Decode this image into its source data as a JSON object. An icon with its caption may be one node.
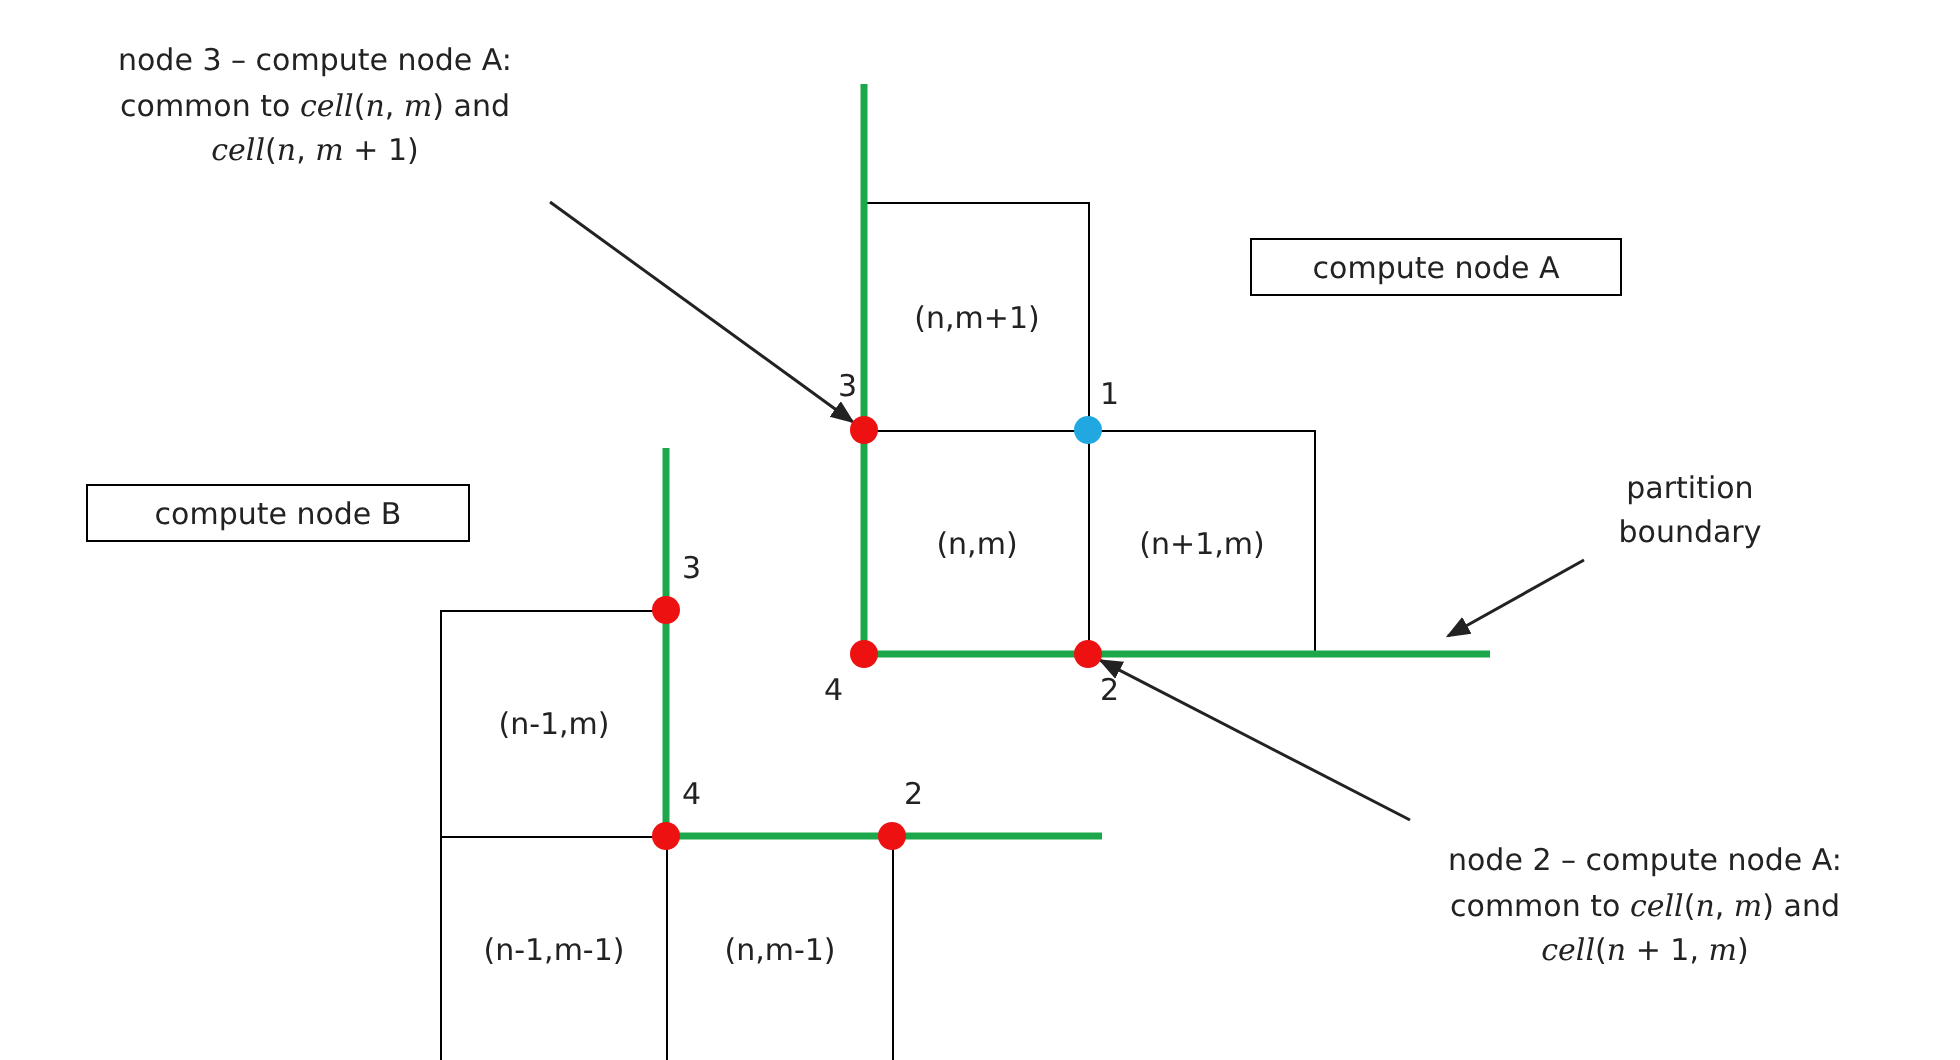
{
  "diagram": {
    "nodes": [
      {
        "text": [
          "node 3 – compute node A: common to *cell*(*n*, *m*) and *cell*(*n*, *m* + 1)"
        ]
      },
      {
        "text": [
          "compute node A"
        ]
      },
      {
        "text": [
          "compute node B"
        ]
      },
      {
        "text": [
          "partition boundary"
        ]
      },
      {
        "text": [
          "node 2 – compute node A: common to *cell*(*n*, *m*) and *cell*(*n* + 1, *m*)"
        ]
      },
      {
        "text": [
          "(n,m+1)"
        ]
      },
      {
        "text": [
          "(n,m)"
        ]
      },
      {
        "text": [
          "(n+1,m)"
        ]
      },
      {
        "text": [
          "(n-1,m)"
        ]
      },
      {
        "text": [
          "(n-1,m-1)"
        ]
      },
      {
        "text": [
          "(n,m-1)"
        ]
      },
      {
        "text": [],
        "shape": "circle"
      },
      {
        "text": [],
        "shape": "circle"
      }
    ],
    "edges": [
      {
        "from": 0,
        "to": 11,
        "arrow": "to"
      },
      {
        "from": 3,
        "to": null,
        "arrow": "to"
      },
      {
        "from": 4,
        "to": 12,
        "arrow": "to"
      }
    ],
    "labels": [
      "3",
      "1",
      "4",
      "2",
      "3",
      "4",
      "2"
    ]
  }
}
